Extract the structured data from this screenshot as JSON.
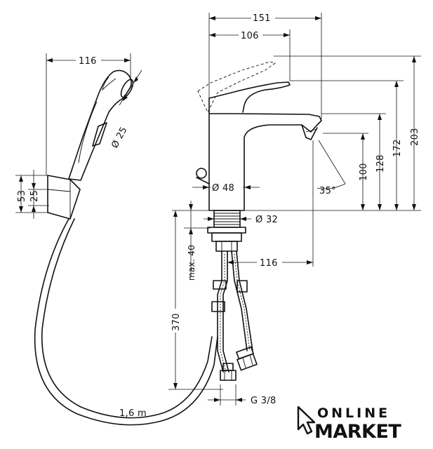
{
  "dimensions": {
    "overall_width": "151",
    "spout_reach_top": "106",
    "handshower_offset": "116",
    "bottom_offset": "116",
    "handshower_diameter": "Ø 25",
    "body_diameter": "Ø 48",
    "shank_diameter": "Ø 32",
    "spray_angle": "35°",
    "height_100": "100",
    "height_128": "128",
    "height_172": "172",
    "height_203": "203",
    "holder_height": "53",
    "holder_inner": "25",
    "max_thickness": "max. 40",
    "hose_length_supply": "370",
    "hose_length_shower": "1,6 m",
    "thread_size": "G 3/8"
  },
  "logo": {
    "line1": "ONLINE",
    "line2": "MARKET"
  }
}
